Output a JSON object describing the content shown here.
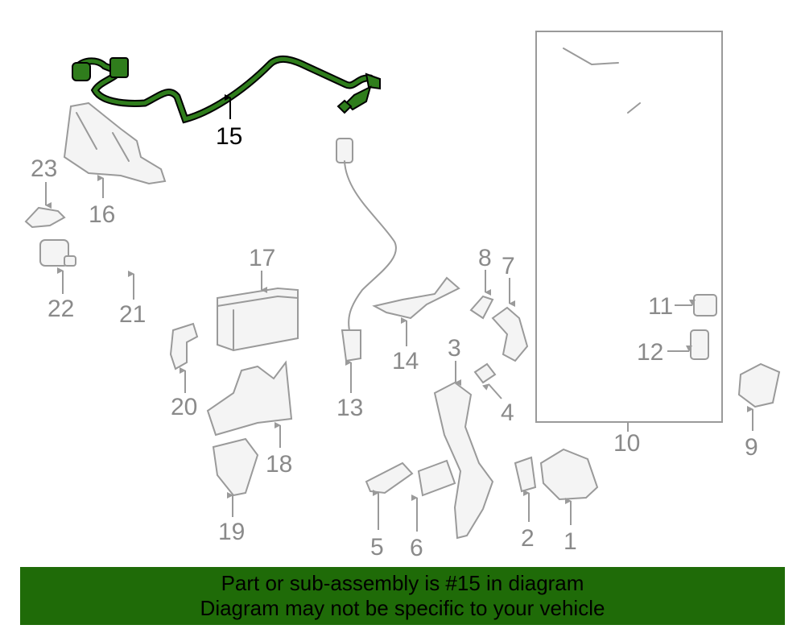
{
  "highlight_color": "#2f7d1c",
  "banner_color": "#1f6b08",
  "callouts": {
    "n1": "1",
    "n2": "2",
    "n3": "3",
    "n4": "4",
    "n5": "5",
    "n6": "6",
    "n7": "7",
    "n8": "8",
    "n9": "9",
    "n10": "10",
    "n11": "11",
    "n12": "12",
    "n13": "13",
    "n14": "14",
    "n15": "15",
    "n16": "16",
    "n17": "17",
    "n18": "18",
    "n19": "19",
    "n20": "20",
    "n21": "21",
    "n22": "22",
    "n23": "23"
  },
  "banner": {
    "line1": "Part or sub-assembly is #15 in diagram",
    "line2": "Diagram may not be specific to your vehicle"
  }
}
